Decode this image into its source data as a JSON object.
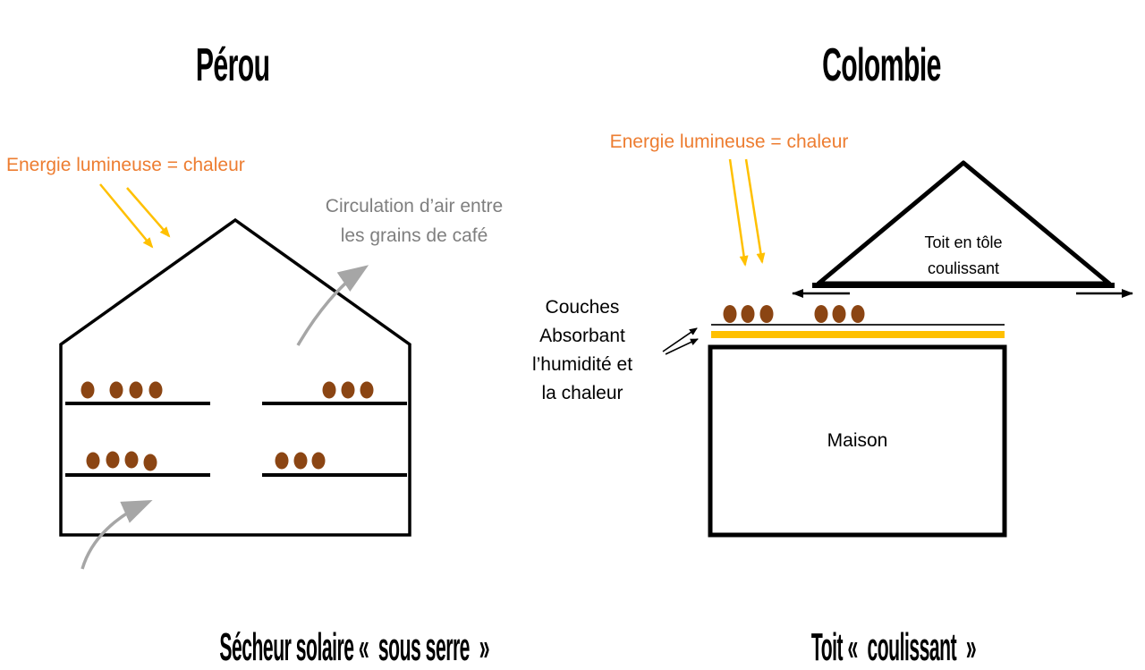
{
  "left": {
    "title": "Pérou",
    "energy_label": "Energie lumineuse = chaleur",
    "circulation_line1": "Circulation d’air entre",
    "circulation_line2": "les grains de café",
    "caption": "Sécheur solaire «  sous serre  »",
    "bean_counts": {
      "top_left_shelf": 4,
      "top_right_shelf": 3,
      "bottom_left_shelf": 4,
      "bottom_right_shelf": 3
    }
  },
  "right": {
    "title": "Colombie",
    "energy_label": "Energie lumineuse = chaleur",
    "layers_line1": "Couches",
    "layers_line2": "Absorbant",
    "layers_line3": "l’humidité et",
    "layers_line4": "la chaleur",
    "roof_line1": "Toit en tôle",
    "roof_line2": "coulissant",
    "house_label": "Maison",
    "caption": "Toit «  coulissant  »",
    "bean_count": 6
  },
  "colors": {
    "orange_text": "#ED7D31",
    "sun_ray_yellow": "#FFC000",
    "absorbent_layer_yellow": "#FFC000",
    "gray_arrow": "#A6A6A6",
    "gray_text": "#7F7F7F",
    "coffee_bean_brown": "#8B4513",
    "ink": "#000000"
  }
}
